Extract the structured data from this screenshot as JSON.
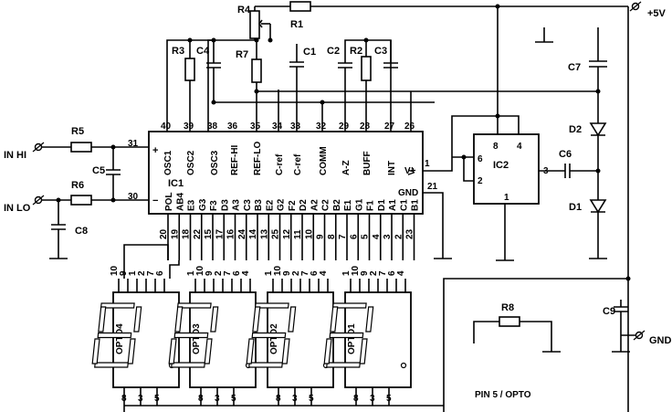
{
  "labels": {
    "r1": "R1",
    "r2": "R2",
    "r3": "R3",
    "r4": "R4",
    "r5": "R5",
    "r6": "R6",
    "r7": "R7",
    "r8": "R8",
    "c1": "C1",
    "c2": "C2",
    "c3": "C3",
    "c4": "C4",
    "c5": "C5",
    "c6": "C6",
    "c7": "C7",
    "c8": "C8",
    "c9": "C9",
    "d1": "D1",
    "d2": "D2",
    "ic1": "IC1",
    "ic2": "IC2",
    "in_hi": "IN HI",
    "in_lo": "IN LO",
    "vplus_rail": "+5V",
    "gnd_rail": "GND",
    "opto1": "OPTO1",
    "opto2": "OPTO2",
    "opto3": "OPTO3",
    "opto4": "OPTO4",
    "pin5_note": "PIN 5 / OPTO"
  },
  "ic1": {
    "top_pins": [
      "40",
      "39",
      "38",
      "36",
      "35",
      "34",
      "33",
      "32",
      "29",
      "28",
      "27",
      "26"
    ],
    "top_signals": [
      "OSC1",
      "OSC2",
      "OSC3",
      "REF-HI",
      "REF-LO",
      "C-ref",
      "C-ref",
      "COMM",
      "A-Z",
      "BUFF",
      "INT",
      "V-"
    ],
    "left_plus_pin": "31",
    "left_minus_pin": "30",
    "plus": "+",
    "minus": "−",
    "vplus": "V+",
    "vplus_pin": "1",
    "gnd": "GND",
    "gnd_pin": "21",
    "bottom_signals": [
      "POL",
      "AB4",
      "E3",
      "G3",
      "F3",
      "D3",
      "A3",
      "C3",
      "B3",
      "E2",
      "G2",
      "F2",
      "D2",
      "A2",
      "C2",
      "B2",
      "E1",
      "G1",
      "F1",
      "D1",
      "A1",
      "C1",
      "B1"
    ],
    "bottom_pins": [
      "20",
      "19",
      "18",
      "22",
      "15",
      "17",
      "16",
      "24",
      "14",
      "13",
      "25",
      "12",
      "11",
      "10",
      "9",
      "8",
      "7",
      "6",
      "5",
      "4",
      "3",
      "2",
      "23"
    ]
  },
  "ic2": {
    "pin8": "8",
    "pin4": "4",
    "pin6": "6",
    "pin2": "2",
    "pin3": "3",
    "pin1": "1"
  },
  "displays": {
    "top_pins": [
      "1",
      "10",
      "9",
      "2",
      "7",
      "6",
      "4"
    ],
    "opto4_top_pins": [
      "10",
      "9",
      "1",
      "2",
      "7",
      "6"
    ],
    "bottom_pins": [
      "8",
      "3",
      "5"
    ]
  }
}
